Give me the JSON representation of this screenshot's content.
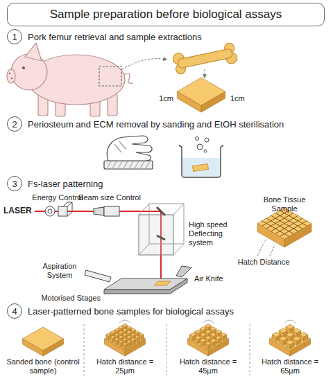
{
  "diagram": {
    "title": "Sample preparation before biological assays",
    "nodes": [
      {
        "text": [
          "1",
          "Pork femur retrieval and sample extractions"
        ]
      },
      {
        "text": [
          "2",
          "Periosteum and ECM removal by sanding and EtOH sterilisation"
        ]
      },
      {
        "text": [
          "3",
          "Fs-laser patterning"
        ]
      },
      {
        "text": [
          "4",
          "Laser-patterned bone samples for biological assays"
        ]
      }
    ],
    "labels": [
      "1cm",
      "1cm",
      "Energy Control",
      "Beam size Control",
      "LASER",
      "High speed Deflecting system",
      "Bone Tissue Sample",
      "Hatch Distance",
      "Aspiration System",
      "Air Knife",
      "Motorised Stages",
      "Sanded bone (control sample)",
      "Hatch distance = 25µm",
      "Hatch distance = 45µm",
      "Hatch distance = 65µm"
    ]
  }
}
